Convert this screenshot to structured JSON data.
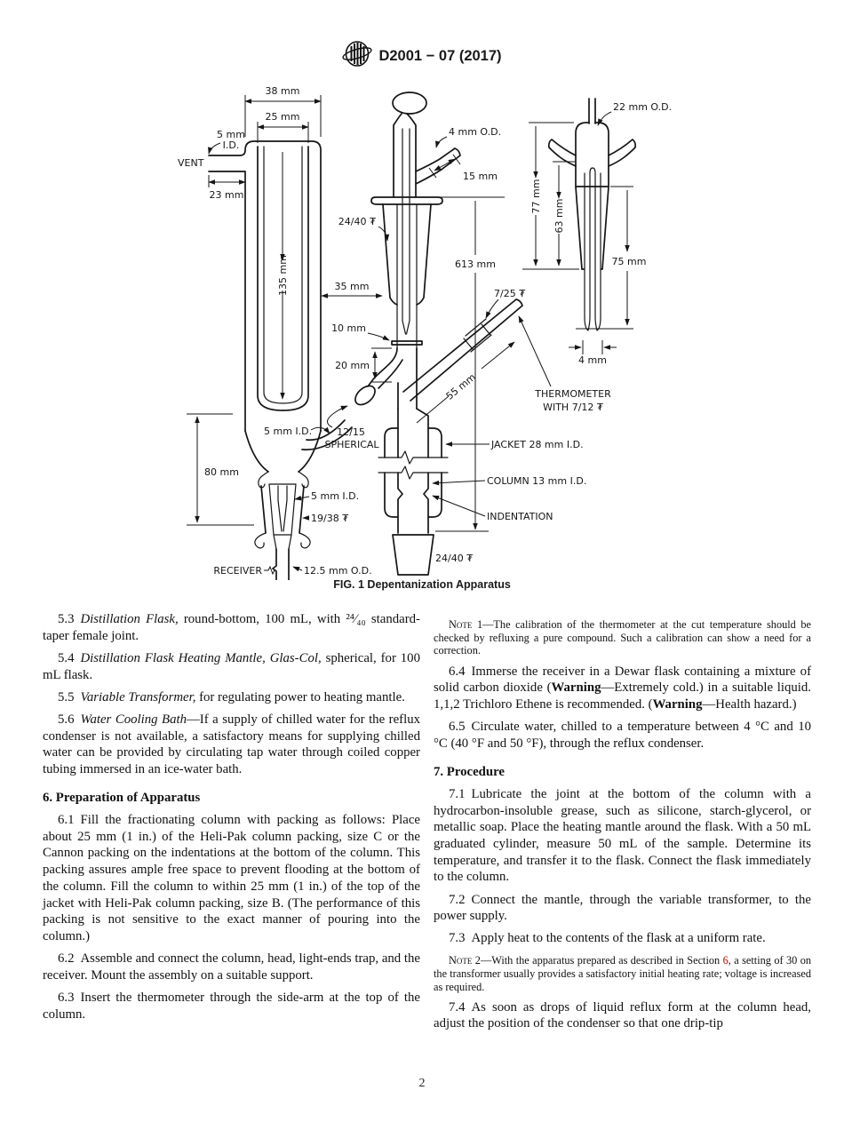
{
  "header": {
    "standard_id": "D2001 − 07 (2017)"
  },
  "figure": {
    "caption": "FIG. 1  Depentanization Apparatus",
    "labels": {
      "d38": "38 mm",
      "d25": "25 mm",
      "vent": "VENT",
      "d5_top1": "5 mm",
      "d5_top2": "I.D.",
      "d23": "23 mm",
      "d135": "135 mm",
      "d80": "80 mm",
      "d5_mid": "5 mm I.D.",
      "sph1": "12/15",
      "sph2": "SPHERICAL",
      "d5_low": "5 mm I.D.",
      "j1938": "19/38 ₮",
      "receiver": "RECEIVER",
      "d125": "12.5 mm O.D.",
      "d35": "35 mm",
      "d4od": "4 mm O.D.",
      "d15": "15 mm",
      "j2440t": "24/40 ₮",
      "d613": "613 mm",
      "d10": "10 mm",
      "d20": "20 mm",
      "j725": "7/25 ₮",
      "d55": "55 mm",
      "th1": "THERMOMETER",
      "th2": "WITH 7/12 ₮",
      "jacket": "JACKET 28 mm I.D.",
      "column": "COLUMN 13 mm I.D.",
      "indent": "INDENTATION",
      "j2440b": "24/40 ₮",
      "d22od": "22 mm O.D.",
      "d77": "77 mm",
      "d63": "63 mm",
      "d75": "75 mm",
      "d4": "4 mm"
    }
  },
  "left_column": {
    "p53": {
      "num": "5.3",
      "title": "Distillation Flask,",
      "rest": " round-bottom, 100 mL, with ²⁴⁄₄₀ standard-taper female joint."
    },
    "p54": {
      "num": "5.4",
      "title": "Distillation Flask Heating Mantle, Glas-Col,",
      "rest": " spherical, for 100 mL flask."
    },
    "p55": {
      "num": "5.5",
      "title": "Variable Transformer,",
      "rest": " for regulating power to heating mantle."
    },
    "p56": {
      "num": "5.6",
      "title": "Water Cooling Bath",
      "rest": "—If a supply of chilled water for the reflux condenser is not available, a satisfactory means for supplying chilled water can be provided by circulating tap water through coiled copper tubing immersed in an ice-water bath."
    },
    "h6": "6. Preparation of Apparatus",
    "p61": {
      "num": "6.1",
      "rest": "Fill the fractionating column with packing as follows: Place about 25 mm (1 in.) of the Heli-Pak column packing, size C or the Cannon packing on the indentations at the bottom of the column. This packing assures ample free space to prevent flooding at the bottom of the column. Fill the column to within 25 mm (1 in.) of the top of the jacket with Heli-Pak column packing, size B. (The performance of this packing is not sensitive to the exact manner of pouring into the column.)"
    },
    "p62": {
      "num": "6.2",
      "rest": "Assemble and connect the column, head, light-ends trap, and the receiver. Mount the assembly on a suitable support."
    },
    "p63": {
      "num": "6.3",
      "rest": "Insert the thermometer through the side-arm at the top of the column."
    }
  },
  "right_column": {
    "note1": {
      "label": "Note 1",
      "rest": "—The calibration of the thermometer at the cut temperature should be checked by refluxing a pure compound. Such a calibration can show a need for a correction."
    },
    "p64": {
      "num": "6.4",
      "t1": "Immerse the receiver in a Dewar flask containing a mixture of solid carbon dioxide (",
      "w1": "Warning",
      "t2": "—Extremely cold.) in a suitable liquid. 1,1,2 Trichloro Ethene is recommended. (",
      "w2": "Warning",
      "t3": "—Health hazard.)"
    },
    "p65": {
      "num": "6.5",
      "rest": "Circulate water, chilled to a temperature between 4 °C and 10 °C (40 °F and 50 °F), through the reflux condenser."
    },
    "h7": "7. Procedure",
    "p71": {
      "num": "7.1",
      "rest": "Lubricate the joint at the bottom of the column with a hydrocarbon-insoluble grease, such as silicone, starch-glycerol, or metallic soap. Place the heating mantle around the flask. With a 50 mL graduated cylinder, measure 50 mL of the sample. Determine its temperature, and transfer it to the flask. Connect the flask immediately to the column."
    },
    "p72": {
      "num": "7.2",
      "rest": "Connect the mantle, through the variable transformer, to the power supply."
    },
    "p73": {
      "num": "7.3",
      "rest": "Apply heat to the contents of the flask at a uniform rate."
    },
    "note2": {
      "label": "Note 2",
      "t1": "—With the apparatus prepared as described in Section ",
      "link": "6",
      "t2": ", a setting of 30 on the transformer usually provides a satisfactory initial heating rate; voltage is increased as required."
    },
    "p74": {
      "num": "7.4",
      "rest": "As soon as drops of liquid reflux form at the column head, adjust the position of the condenser so that one drip-tip"
    }
  },
  "footer": {
    "page_number": "2"
  }
}
